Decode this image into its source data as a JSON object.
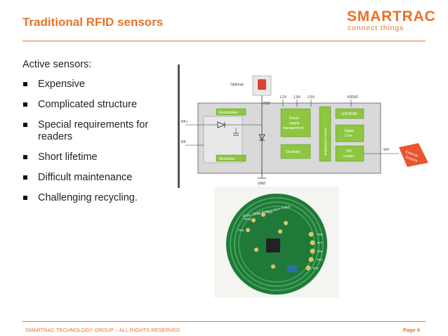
{
  "slide": {
    "title": "Traditional RFID sensors"
  },
  "logo": {
    "name": "SMARTRAC",
    "tagline": "connect things"
  },
  "content": {
    "heading": "Active sensors:",
    "bullets": [
      "Expensive",
      "Complicated structure",
      "Special requirements for readers",
      "Short lifetime",
      "Difficult maintenance",
      "Challenging recycling."
    ]
  },
  "diagram": {
    "optional_label": "Optional",
    "voltages": [
      "1.2V",
      "1.8V",
      "2.5V"
    ],
    "vdd": "VDD",
    "vddio": "VDDIO",
    "gnd": "GND",
    "rf_plus": "RF+",
    "rf_minus": "RF-",
    "spi": "SPI",
    "blocks": {
      "demodulator": "Demodulator",
      "modulator": "Modulator",
      "power_line1": "Power",
      "power_line2": "supply",
      "power_line3": "management",
      "oscillator": "Oscillator",
      "temperature": "Temperature sensor",
      "eeprom": "E2PROM",
      "digital_line1": "Digital",
      "digital_line2": "Core",
      "spi_master_line1": "SPI",
      "spi_master_line2": "master",
      "external_line1": "External",
      "external_line2": "Sensors"
    }
  },
  "photo": {
    "board_text": "EVAL-SL13 Temperature Patch",
    "test_points": [
      "TP1",
      "TP13",
      "TP15",
      "TP2",
      "TP8",
      "TP7",
      "TP6",
      "TP4",
      "TP3"
    ]
  },
  "footer": {
    "left": "SMARTRAC TECHNOLOGY GROUP – ALL RIGHTS RESERVED",
    "right": "Page 6"
  }
}
